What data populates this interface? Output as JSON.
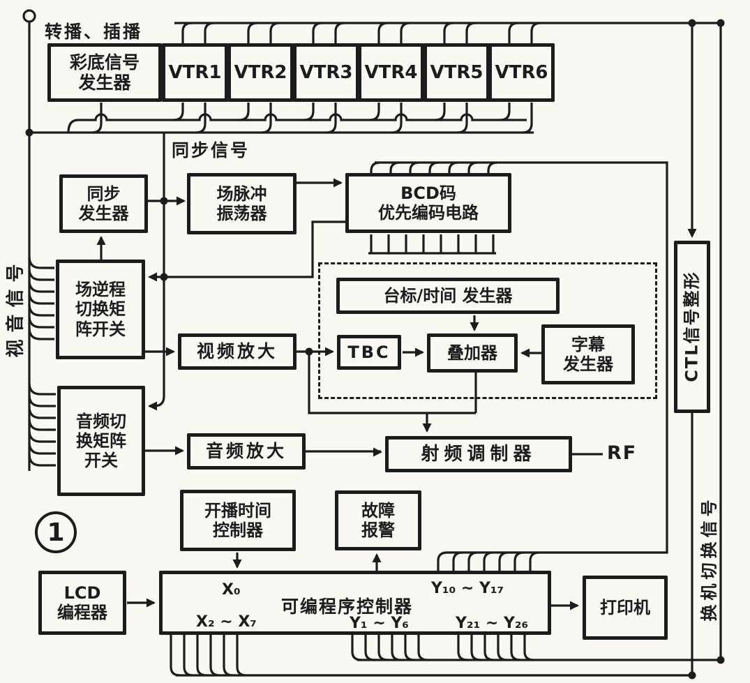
{
  "diagram": {
    "figure_number": "1",
    "labels": {
      "top": "转播、插播",
      "sync": "同步信号",
      "rf": "RF",
      "video_audio": "视音信号",
      "machine_switch": "换机切换信号"
    },
    "boxes": {
      "color_gen": "彩底信号\n发生器",
      "sync_gen": "同步\n发生器",
      "field_pulse_osc": "场脉冲\n振荡器",
      "bcd_encoder": "BCD码\n优先编码电路",
      "field_matrix": "场逆程\n切换矩\n阵开关",
      "video_amp": "视频放大",
      "logo_time_gen": "台标/时间 发生器",
      "tbc": "TBC",
      "superimposer": "叠加器",
      "subtitle_gen": "字幕\n发生器",
      "audio_matrix": "音频切\n换矩阵\n开关",
      "audio_amp": "音频放大",
      "rf_modulator": "射频调制器",
      "ctl_shaper": "CTL信号整形",
      "start_time_controller": "开播时间\n控制器",
      "fault_alarm": "故障\n报警",
      "lcd_programmer": "LCD\n编程器",
      "printer": "打印机"
    },
    "vtrs": [
      "VTR1",
      "VTR2",
      "VTR3",
      "VTR4",
      "VTR5",
      "VTR6"
    ],
    "plc": {
      "title": "可编程序控制器",
      "x0": "X₀",
      "x_inputs": "X₂ ~ X₇",
      "y_outputs_1": "Y₁ ~ Y₆",
      "y_outputs_21": "Y₂₁ ~ Y₂₆",
      "y_outputs_10": "Y₁₀ ~ Y₁₇"
    },
    "colors": {
      "ink": "#1c1c1c",
      "paper": "#f9f8f3"
    }
  }
}
